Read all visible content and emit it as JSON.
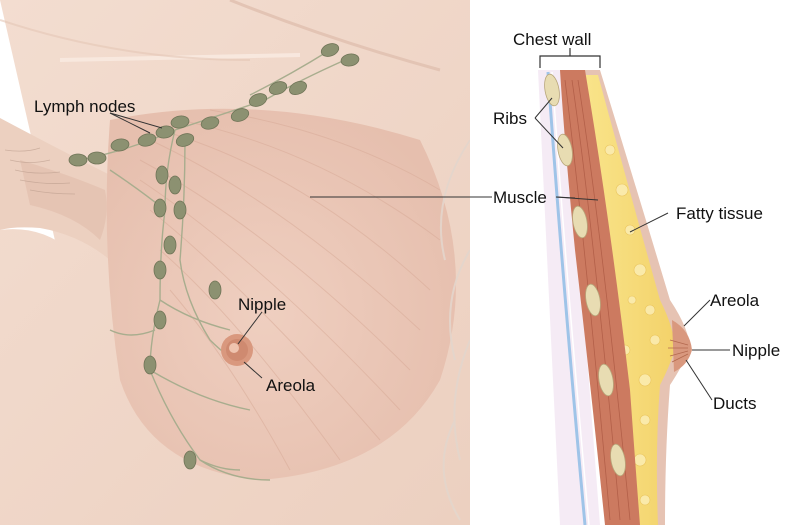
{
  "labels": {
    "lymph_nodes": "Lymph nodes",
    "muscle": "Muscle",
    "nipple_front": "Nipple",
    "areola_front": "Areola",
    "chest_wall": "Chest wall",
    "ribs": "Ribs",
    "fatty_tissue": "Fatty tissue",
    "areola_side": "Areola",
    "nipple_side": "Nipple",
    "ducts": "Ducts"
  },
  "colors": {
    "skin": "#f1d8ca",
    "skin_shadow": "#e5bfae",
    "lymph_node": "#8c9171",
    "lymph_node_outline": "#6f7457",
    "lymph_vessel": "#a8ad8e",
    "muscle": "#cc7a60",
    "fat": "#f7dc74",
    "rib": "#e8dcb2",
    "areola": "#d9987e",
    "rib_cage_outline": "#e4d6cc",
    "leader_line": "#333333"
  }
}
